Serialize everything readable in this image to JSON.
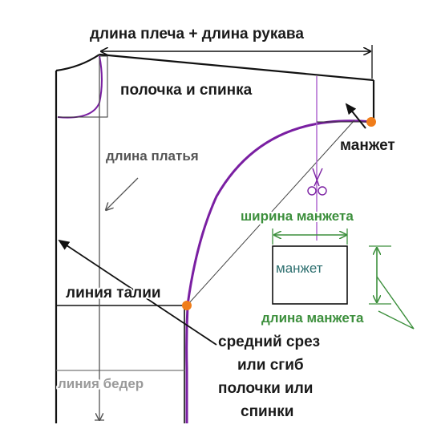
{
  "labels": {
    "shoulder_sleeve_length": "длина плеча + длина рукава",
    "front_and_back": "полочка и спинка",
    "dress_length": "длина платья",
    "cuff_top": "манжет",
    "cuff_width": "ширина манжета",
    "cuff_box": "манжет",
    "waist_line": "линия талии",
    "cuff_length": "длина манжета",
    "middle_cut_1": "средний срез",
    "middle_cut_2": "или сгиб",
    "middle_cut_3": "полочки или",
    "middle_cut_4": "спинки",
    "hip_line": "линия бедер"
  },
  "colors": {
    "outline": "#111111",
    "purple": "#7a1fa2",
    "light_purple": "#b06ad0",
    "green": "#3c8f3c",
    "orange": "#f07d1a",
    "gray": "#555555"
  }
}
